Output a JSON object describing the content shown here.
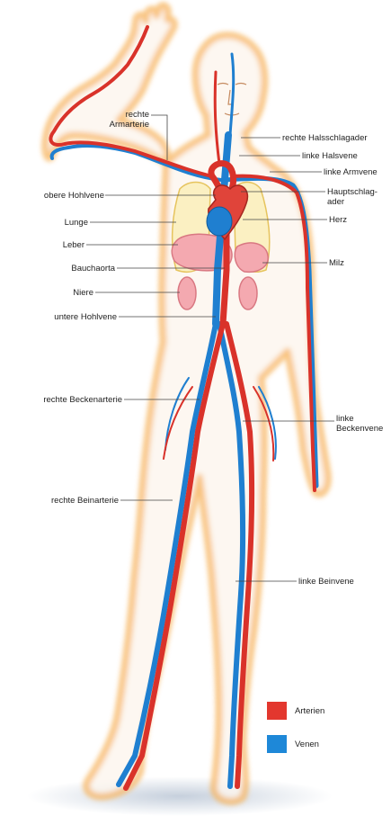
{
  "labels": {
    "right_arm_artery": "rechte\nArmarterie",
    "right_carotid": "rechte Halsschlagader",
    "left_neck_vein": "linke Halsvene",
    "left_arm_vein": "linke Armvene",
    "superior_vena_cava": "obere Hohlvene",
    "aorta": "Hauptschlag-\nader",
    "lung": "Lunge",
    "heart": "Herz",
    "liver": "Leber",
    "abdominal_aorta": "Bauchaorta",
    "spleen": "Milz",
    "kidney": "Niere",
    "inferior_vena_cava": "untere Hohlvene",
    "right_pelvic_artery": "rechte Beckenarterie",
    "left_pelvic_vein": "linke\nBeckenvene",
    "right_leg_artery": "rechte Beinarterie",
    "left_leg_vein": "linke Beinvene"
  },
  "legend": {
    "arteries": {
      "label": "Arterien",
      "color": "#e3372e"
    },
    "veins": {
      "label": "Venen",
      "color": "#1e88d8"
    }
  },
  "colors": {
    "skin": "#fdf6ee",
    "outline": "#f6b25a",
    "artery": "#d9322a",
    "vein": "#1f7fd0",
    "organ": "#f0a0a8",
    "lung": "#f5e6a8"
  }
}
